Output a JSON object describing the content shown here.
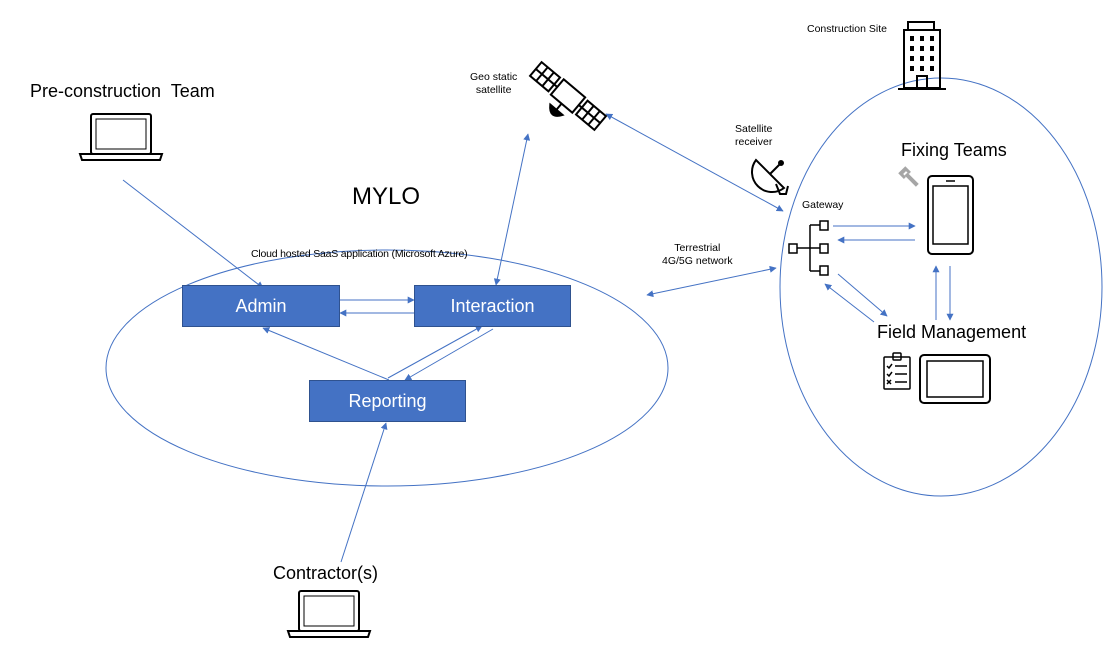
{
  "title": "MYLO",
  "cloud_label": "Cloud hosted SaaS application (Microsoft Azure)",
  "modules": {
    "admin": "Admin",
    "interaction": "Interaction",
    "reporting": "Reporting"
  },
  "actors": {
    "preconstruction": "Pre-construction  Team",
    "contractors": "Contractor(s)",
    "fixing_teams": "Fixing Teams",
    "field_management": "Field Management"
  },
  "network": {
    "satellite": "Geo static\nsatellite",
    "satellite_receiver": "Satellite\nreceiver",
    "gateway": "Gateway",
    "terrestrial": "Terrestrial\n4G/5G network",
    "construction_site": "Construction Site"
  },
  "colors": {
    "box_fill": "#4472c4",
    "line": "#4472c4",
    "icon": "#000000"
  },
  "icons": [
    "laptop-icon",
    "satellite-icon",
    "satellite-dish-icon",
    "building-icon",
    "phone-icon",
    "tablet-icon",
    "wrench-icon",
    "clipboard-checklist-icon",
    "network-hierarchy-icon"
  ]
}
